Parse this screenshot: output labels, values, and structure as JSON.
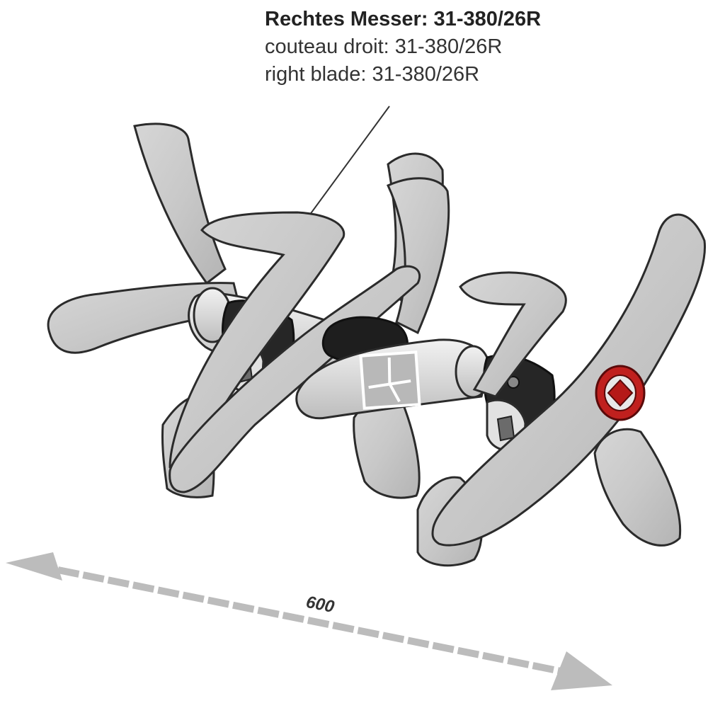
{
  "callout": {
    "line_de": "Rechtes Messer: 31-380/26R",
    "line_fr": "couteau droit: 31-380/26R",
    "line_en": "right blade: 31-380/26R"
  },
  "dimension": {
    "value": "600"
  },
  "colors": {
    "blade_fill": "#c9c9c9",
    "blade_edge": "#2b2b2b",
    "hub_dark": "#1e1e1e",
    "shaft_ring": "#c0201e",
    "arrow_gray": "#bcbcbc"
  }
}
